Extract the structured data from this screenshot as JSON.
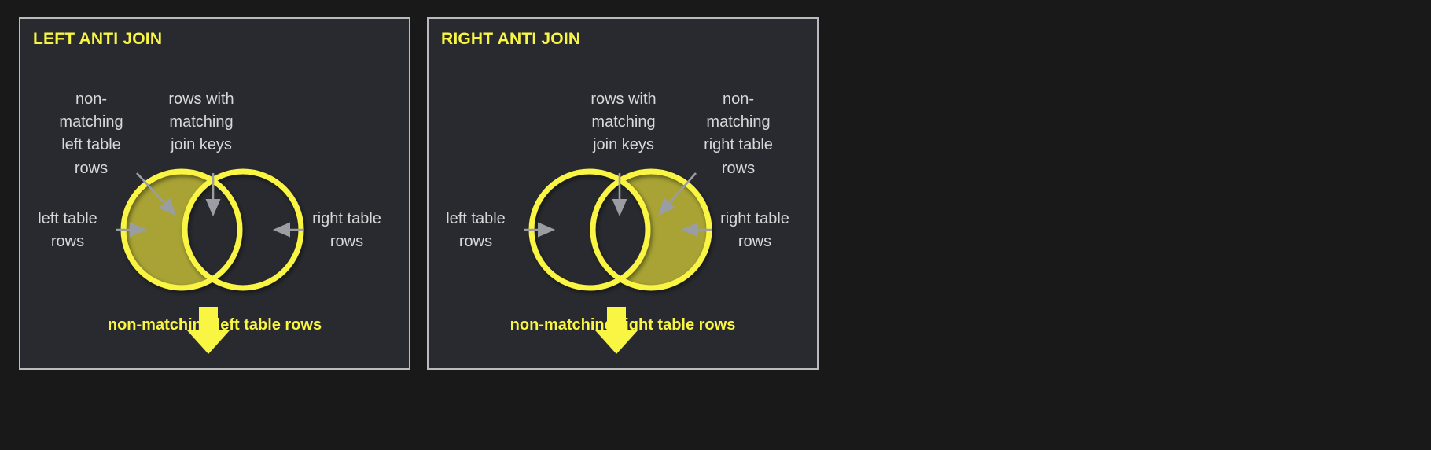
{
  "page": {
    "background_color": "#191919",
    "panel_background_color": "#282a2f",
    "panel_border_color": "#b9bbbd",
    "accent_yellow": "#f9f543",
    "fill_olive": "#a8a334",
    "annotation_gray": "#d6d8da",
    "arrow_gray": "#9a9da1"
  },
  "panels": [
    {
      "id": "left-anti-join",
      "title": "LEFT ANTI JOIN",
      "annotations": {
        "top_left": "non-\nmatching\nleft table\nrows",
        "top_right": "rows with\nmatching\njoin keys",
        "side_left": "left table\nrows",
        "side_right": "right table\nrows"
      },
      "highlighted_region": "left-only",
      "result_label": "non-matching left table rows"
    },
    {
      "id": "right-anti-join",
      "title": "RIGHT ANTI JOIN",
      "annotations": {
        "top_left": "rows with\nmatching\njoin keys",
        "top_right": "non-\nmatching\nright table\nrows",
        "side_left": "left table\nrows",
        "side_right": "right table\nrows"
      },
      "highlighted_region": "right-only",
      "result_label": "non-matching right table rows"
    }
  ]
}
